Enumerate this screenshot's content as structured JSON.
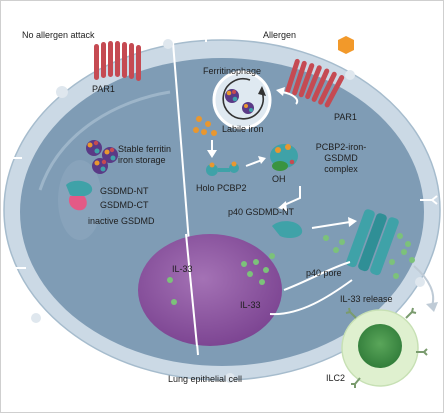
{
  "header": {
    "left": "No allergen attack",
    "right": "Allergen"
  },
  "labels": {
    "par1_left": "PAR1",
    "par1_right": "PAR1",
    "ferritinophage": "Ferritinophage",
    "stable_ferritin_1": "Stable ferritin",
    "stable_ferritin_2": "iron storage",
    "labile_iron": "Labile iron",
    "pcbp2_complex_1": "PCBP2-iron-",
    "pcbp2_complex_2": "GSDMD",
    "pcbp2_complex_3": "complex",
    "holo_pcbp2": "Holo PCBP2",
    "oh": "OH",
    "gsdmd_nt": "GSDMD-NT",
    "gsdmd_ct": "GSDMD-CT",
    "inactive_gsdmd": "inactive GSDMD",
    "p40_gsdmd_nt": "p40 GSDMD-NT",
    "il33_nucleus": "IL-33",
    "il33_right": "IL-33",
    "p40_pore": "p40 pore",
    "il33_release": "IL-33 release",
    "lung_cell": "Lung epithelial cell",
    "ilc2": "ILC2"
  },
  "colors": {
    "cell_fill": "#c9d8e4",
    "cytoplasm": "#7e9bb4",
    "nucleus": "#8e55a0",
    "receptor": "#c44a52",
    "iron": "#e9972f",
    "gsdmd": "#3fa2a8",
    "il33": "#7cc27a",
    "allergen": "#f2992a"
  }
}
